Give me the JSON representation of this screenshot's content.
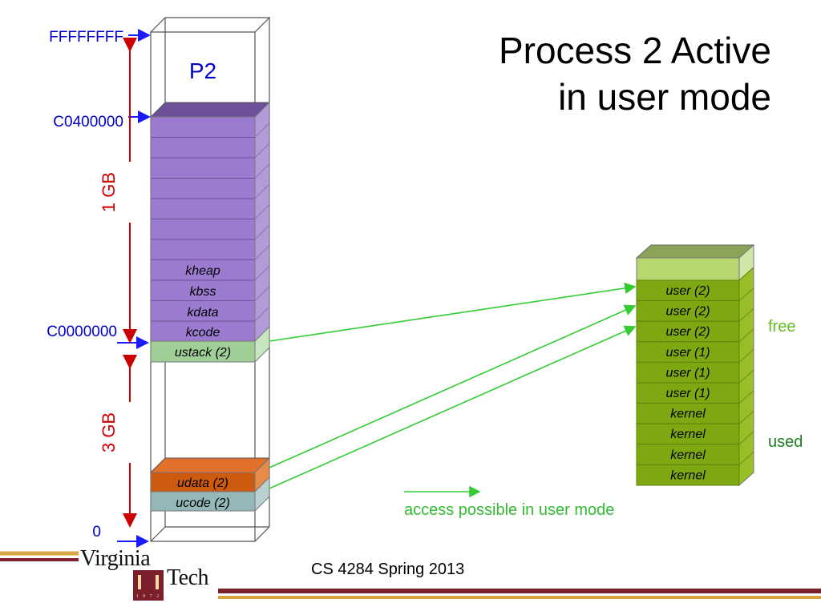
{
  "title": {
    "line1": "Process 2 Active",
    "line2": "in user mode"
  },
  "footer": "CS 4284 Spring 2013",
  "logo": {
    "line1": "Virginia",
    "line2": "Tech",
    "years": "1 8 7 2"
  },
  "address_space": {
    "process_label": "P2",
    "addresses": {
      "top": "FFFFFFFF",
      "kernel_start": "C0400000",
      "split": "C0000000",
      "bottom": "0"
    },
    "sizes": {
      "kernel": "1 GB",
      "user": "3 GB"
    },
    "kernel_blocks": [
      "kheap",
      "kbss",
      "kdata",
      "kcode"
    ],
    "user_blocks": {
      "stack": "ustack (2)",
      "data": "udata (2)",
      "code": "ucode (2)"
    }
  },
  "physical_memory": {
    "frames": [
      "user (2)",
      "user (2)",
      "user (2)",
      "user (1)",
      "user (1)",
      "user (1)",
      "kernel",
      "kernel",
      "kernel",
      "kernel"
    ],
    "free_label": "free",
    "used_label": "used"
  },
  "legend": {
    "access": "access possible in user mode"
  },
  "colors": {
    "kernel": "#9b7bcf",
    "ustack": "#9fcf96",
    "udata": "#cc5a0f",
    "ucode": "#94b8b8",
    "frame_used": "#7ea812",
    "frame_free": "#b6d66f",
    "arrow": "#33cc33",
    "addr_text": "#0000cc",
    "size_text": "#cc0000"
  }
}
